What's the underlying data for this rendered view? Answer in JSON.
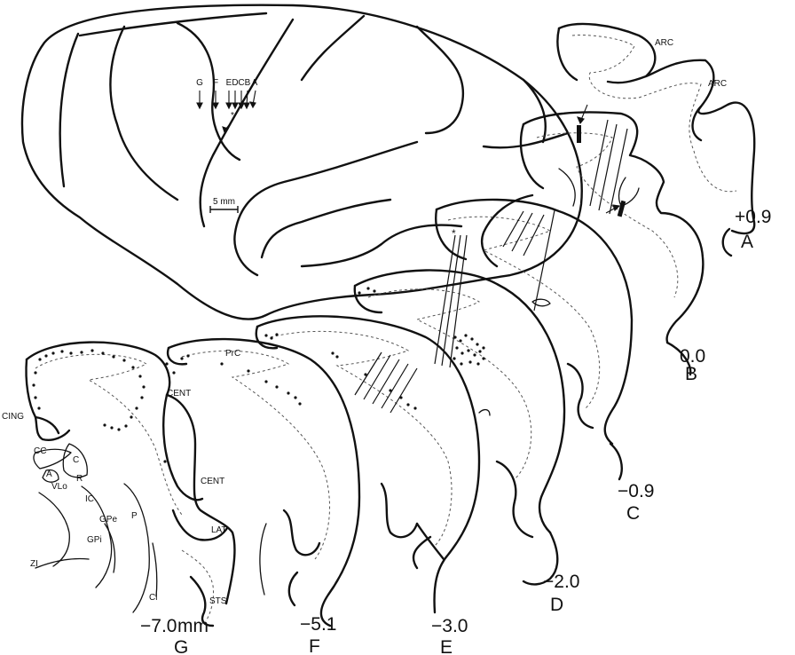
{
  "brain_view": {
    "scale_bar_label": "5 mm",
    "asterisk": "*",
    "plane_letters": [
      "G",
      "F",
      "E",
      "D",
      "C",
      "B",
      "A"
    ]
  },
  "sections": [
    {
      "letter": "A",
      "value": "+0.9",
      "labels": [
        "ARC",
        "ARC"
      ]
    },
    {
      "letter": "B",
      "value": "0.0",
      "labels": []
    },
    {
      "letter": "C",
      "value": "−0.9",
      "labels": []
    },
    {
      "letter": "D",
      "value": "−2.0",
      "labels": []
    },
    {
      "letter": "E",
      "value": "−3.0",
      "labels": []
    },
    {
      "letter": "F",
      "value": "−5.1",
      "labels": [
        "PrC"
      ]
    },
    {
      "letter": "G",
      "value": "−7.0",
      "unit": "mm",
      "labels": [
        "CING",
        "CENT",
        "CENT",
        "LAT",
        "STS",
        "CC",
        "C",
        "A",
        "R",
        "VLo",
        "IC",
        "GPe",
        "P",
        "GPi",
        "ZI",
        "Cl"
      ]
    }
  ],
  "section_d_marker": "*"
}
